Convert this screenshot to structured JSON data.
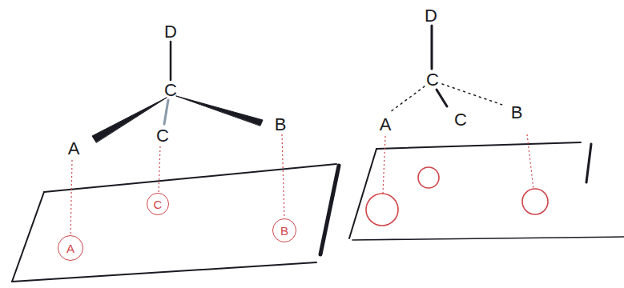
{
  "diagram": {
    "nodes": [
      {
        "text": [
          "A"
        ]
      },
      {
        "text": [
          "C"
        ]
      },
      {
        "text": [
          "B"
        ]
      }
    ],
    "labels": [
      "D",
      "C",
      "A",
      "C",
      "B",
      "D",
      "C",
      "A",
      "C",
      "B"
    ]
  }
}
